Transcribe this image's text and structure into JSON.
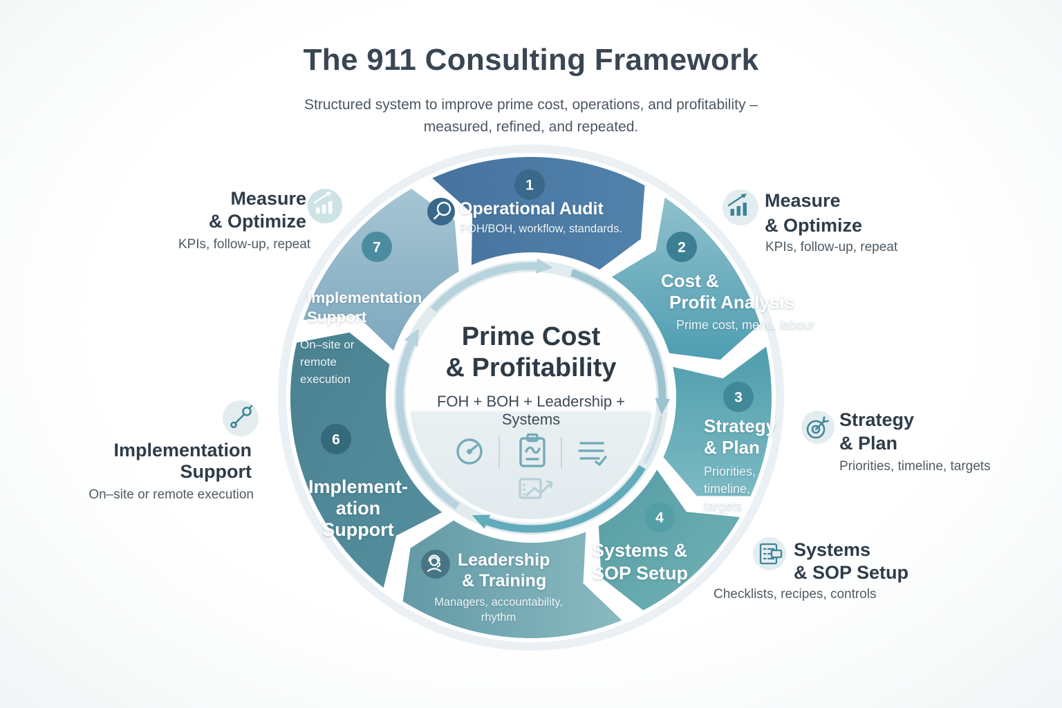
{
  "header": {
    "title": "The 911 Consulting Framework",
    "subtitle_line1": "Structured system to improve prime cost, operations, and profitability –",
    "subtitle_line2": "measured, refined, and repeated."
  },
  "center": {
    "title_line1": "Prime Cost",
    "title_line2": "& Profitability",
    "formula": "FOH + BOH + Leadership + Systems",
    "icons": [
      "gauge-icon",
      "clipboard-check-icon",
      "checklist-pen-icon",
      "chart-growth-card-icon"
    ]
  },
  "segments": [
    {
      "number": "1",
      "title": "Operational Audit",
      "subtitle": "FOH/BOH, workflow, standards.",
      "icon": "magnifier-icon",
      "grad": [
        "#47739e",
        "#5082ab"
      ],
      "badge_color": "#3a688a"
    },
    {
      "number": "2",
      "title_line1": "Cost &",
      "title_line2": "Profit Analysis",
      "subtitle": "Prime cost, menu, labour",
      "grad": [
        "#8fc0cc",
        "#4f9eb2"
      ],
      "badge_color": "#3c7f92"
    },
    {
      "number": "3",
      "title_line1": "Strategy",
      "title_line2": "& Plan",
      "subtitle_line1": "Priorities,",
      "subtitle_line2": "timeline,",
      "subtitle_line3": "targets",
      "grad": [
        "#4f9dad",
        "#7cbac3"
      ],
      "badge_color": "#418898"
    },
    {
      "number": "4",
      "title_line1": "Systems &",
      "title_line2": "SOP Setup",
      "grad": [
        "#559da4",
        "#72b2b5"
      ],
      "badge_color": "#549fa7"
    },
    {
      "title_line1": "Leadership",
      "title_line2": "& Training",
      "subtitle_line1": "Managers, accountability,",
      "subtitle_line2": "rhythm",
      "icon": "person-headset-icon",
      "icon_bg": "#477585",
      "grad": [
        "#639aa6",
        "#8abac1"
      ]
    },
    {
      "number": "6",
      "title_line1": "Implement-",
      "title_line2": "ation",
      "title_line3": "Support",
      "grad": [
        "#4a8191",
        "#55909f"
      ],
      "badge_color": "#346a7a"
    },
    {
      "number": "7",
      "title_line1": "Implementation",
      "title_line2": "Support",
      "subtitle_line1": "On–site or",
      "subtitle_line2": "remote",
      "subtitle_line3": "execution",
      "grad": [
        "#a6c5d3",
        "#7ea8be"
      ],
      "badge_color": "#4b8ca0"
    }
  ],
  "callouts": [
    {
      "position": "top-left",
      "title_line1": "Measure",
      "title_line2": "& Optimize",
      "subtitle": "KPIs, follow-up, repeat",
      "icon": "bar-chart-growth-icon"
    },
    {
      "position": "top-right",
      "title_line1": "Measure",
      "title_line2": "& Optimize",
      "subtitle": "KPIs, follow-up, repeat",
      "icon": "bar-chart-growth-icon"
    },
    {
      "position": "right",
      "title_line1": "Strategy",
      "title_line2": "& Plan",
      "subtitle": "Priorities, timeline, targets",
      "icon": "target-dart-icon"
    },
    {
      "position": "bottom-right",
      "title_line1": "Systems",
      "title_line2": "& SOP Setup",
      "subtitle": "Checklists, recipes, controls",
      "icon": "checklist-doc-icon"
    },
    {
      "position": "left",
      "title_line1": "Implementation",
      "title_line2": "Support",
      "subtitle": "On–site or remote execution",
      "icon": "support-wrench-icon"
    }
  ],
  "colors": {
    "title": "#3a4653",
    "subtitle": "#4b5662",
    "outer_ring": "#eaf0f3",
    "inner_ring": "#e2ebee",
    "center_top": "#fefefe",
    "center_band": "#e9f0f2",
    "center_bottom": "#e1eaee",
    "center_text": "#2e3b46",
    "center_icon": "#76aab8",
    "center_icon_light": "#b7cfd6",
    "divider": "#c6d6db",
    "arrow_light": "#b7d3dd",
    "arrow_mid": "#9cc4d0",
    "arrow_teal": "#62abbb",
    "arrow_thin": "#cadfe6",
    "callout_title": "#2f3c49",
    "callout_sub": "#4f5a63",
    "callout_icon_bg": "#e3edf0",
    "callout_icon_bg_accent": "#cde3e6",
    "callout_icon": "#3e8596",
    "badge_text": "#ffffff",
    "white": "#ffffff"
  }
}
